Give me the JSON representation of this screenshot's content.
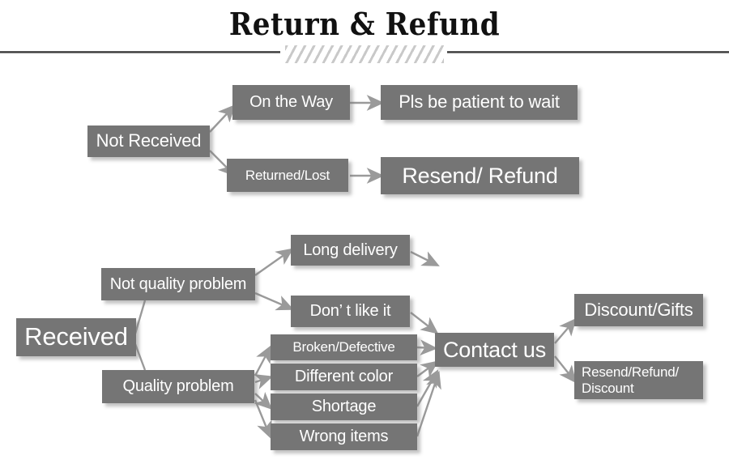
{
  "header": {
    "title": "Return & Refund",
    "divider": "hatched-divider"
  },
  "flow": {
    "sections": [
      {
        "name": "not-received-branch",
        "root": "Not Received",
        "paths": [
          {
            "status": "On the Way",
            "outcome": "Pls be patient to wait"
          },
          {
            "status": "Returned/Lost",
            "outcome": "Resend/ Refund"
          }
        ]
      },
      {
        "name": "received-branch",
        "root": "Received",
        "categories": [
          {
            "label": "Not quality problem",
            "reasons": [
              "Long delivery",
              "Don’  t like it"
            ]
          },
          {
            "label": "Quality problem",
            "reasons": [
              "Broken/Defective",
              "Different color",
              "Shortage",
              "Wrong items"
            ]
          }
        ],
        "funnel": "Contact us",
        "outcomes": [
          "Discount/Gifts",
          "Resend/Refund/\nDiscount"
        ]
      }
    ]
  },
  "nodes": {
    "not_received": "Not Received",
    "on_the_way": "On the Way",
    "pls_be_patient": "Pls be patient to wait",
    "returned_lost": "Returned/Lost",
    "resend_refund": "Resend/ Refund",
    "received": "Received",
    "not_quality_problem": "Not quality problem",
    "quality_problem": "Quality problem",
    "long_delivery": "Long delivery",
    "dont_like_it": "Don’  t like it",
    "broken_defective": "Broken/Defective",
    "different_color": "Different color",
    "shortage": "Shortage",
    "wrong_items": "Wrong items",
    "contact_us": "Contact us",
    "discount_gifts": "Discount/Gifts",
    "resend_refund_discount": "Resend/Refund/\nDiscount"
  },
  "colors": {
    "box_fill": "#757575",
    "box_text": "#ffffff",
    "arrow": "#9a9a9a",
    "title_text": "#111111",
    "divider_line": "#3c3c3c",
    "hatch": "#c9c9c9",
    "background": "#ffffff"
  }
}
